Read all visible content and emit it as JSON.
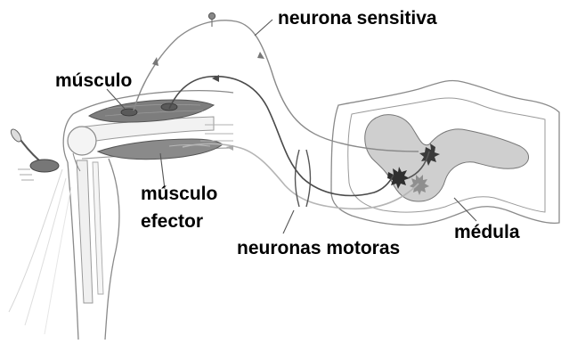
{
  "labels": {
    "sensory_neuron": "neurona sensitiva",
    "muscle": "músculo",
    "effector_muscle_line1": "músculo",
    "effector_muscle_line2": "efector",
    "motor_neurons": "neuronas motoras",
    "spinal_cord": "médula"
  },
  "colors": {
    "outline": "#7a7a7a",
    "muscle_fill": "#7d7d7d",
    "muscle_fill_light": "#a8a8a8",
    "grey_matter": "#cfcfcf",
    "sensory_neuron": "#8a8a8a",
    "motor_neuron_dark": "#4a4a4a",
    "motor_neuron_light": "#b5b5b5",
    "label_text": "#000000"
  },
  "icons": [
    "reflex-hammer-icon",
    "neuron-cell-body-icon"
  ]
}
